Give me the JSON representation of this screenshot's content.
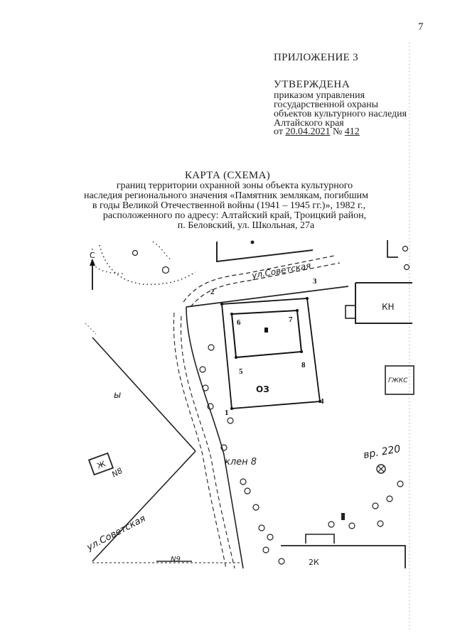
{
  "page_number": "7",
  "appendix": {
    "title": "ПРИЛОЖЕНИЕ 3",
    "approved": "УТВЕРЖДЕНА",
    "order_lines": [
      "приказом управления",
      "государственной охраны",
      "объектов культурного наследия",
      "Алтайского края"
    ],
    "date_prefix": "от",
    "date": "20.04.2021",
    "number_sign": "№",
    "number": "412"
  },
  "map_title": "КАРТА (СХЕМА)",
  "map_description": [
    "границ территории охранной зоны объекта культурного",
    "наследия регионального значения «Памятник землякам, погибшим",
    "в годы Великой Отечественной войны (1941 – 1945 гг.)», 1982 г.,",
    "расположенного по адресу: Алтайский край, Троицкий район,",
    "п. Беловский, ул. Школьная, 27а"
  ],
  "map": {
    "north_label": "С",
    "street_top": "ул.Советская",
    "street_bottom": "ул.Советская",
    "zone_label": "ОЗ",
    "building_kn": "КН",
    "building_2k": "2К",
    "building_zh": "Ж",
    "house_number_n8": "N8",
    "house_number_n9": "N9",
    "partial_label_right": "ГЖКС",
    "letter_ы": "ы",
    "tree_label": "клен 8",
    "tree_label_2": "вр. 220",
    "points": [
      "1",
      "2",
      "3",
      "4",
      "5",
      "6",
      "7",
      "8"
    ]
  }
}
